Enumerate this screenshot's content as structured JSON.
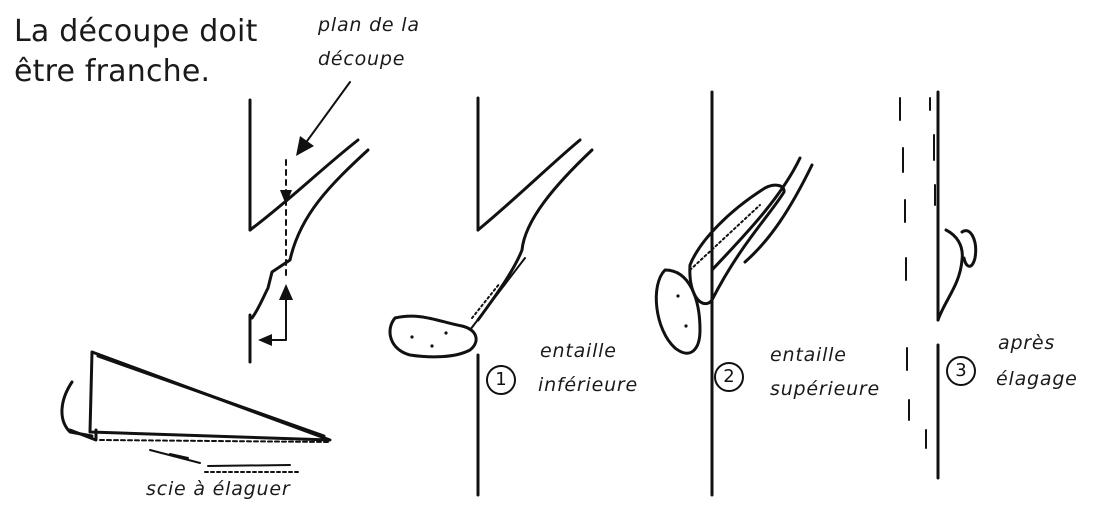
{
  "title": {
    "line1": "La découpe doit",
    "line2": "être franche."
  },
  "cut_plane_label": {
    "line1": "plan de la",
    "line2": "découpe"
  },
  "steps": [
    {
      "number": "1",
      "line1": "entaille",
      "line2": "inférieure"
    },
    {
      "number": "2",
      "line1": "entaille",
      "line2": "supérieure"
    },
    {
      "number": "3",
      "line1": "après",
      "line2": "élagage"
    }
  ],
  "saw_label": "scie à élaguer"
}
